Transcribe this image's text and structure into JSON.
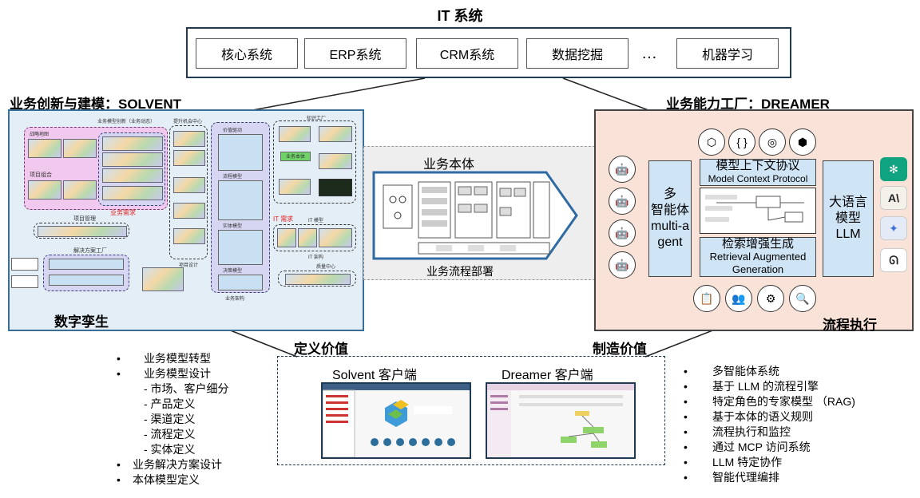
{
  "it": {
    "title": "IT 系统",
    "items": [
      "核心系统",
      "ERP系统",
      "CRM系统",
      "数据挖掘",
      "机器学习"
    ],
    "ellipsis": "…"
  },
  "left": {
    "title": "业务创新与建模：SOLVENT",
    "footer": "数字孪生",
    "labels": {
      "model_innov": "业务模型创新（业务动态）",
      "opportunity": "提升机会中心",
      "knowledge": "知识工厂",
      "strategy": "战略地图",
      "portfolio": "项目组合",
      "biz_req": "业务需求",
      "proj_mgmt": "项目管理",
      "solution": "解决方案工厂",
      "it_req": "IT 需求",
      "it_model": "IT 模型",
      "it_arch": "IT 架构",
      "quality": "质量中心",
      "proj_design": "项目设计",
      "biz_arch": "业务架构",
      "value_driver": "价值驱动",
      "process_model": "流程模型",
      "entity_model": "实体模型",
      "decision_model": "决策模型",
      "biz_ontology": "业务本体"
    }
  },
  "middle": {
    "title": "业务本体",
    "footer": "业务流程部署"
  },
  "right": {
    "title": "业务能力工厂：DREAMER",
    "footer": "流程执行",
    "multi_agent": [
      "多",
      "智能体",
      "multi-a",
      "gent"
    ],
    "mcp": [
      "模型上下文协议",
      "Model Context Protocol"
    ],
    "rag": [
      "检索增强生成",
      "Retrieval Augmented",
      "Generation"
    ],
    "llm": [
      "大语言",
      "模型",
      "LLM"
    ]
  },
  "value": {
    "define": "定义价值",
    "make": "制造价值"
  },
  "clients": {
    "solvent": "Solvent 客户端",
    "dreamer": "Dreamer 客户端"
  },
  "left_bullets": [
    {
      "text": "业务模型转型",
      "bullet": true
    },
    {
      "text": "业务模型设计",
      "bullet": true
    },
    {
      "text": "- 市场、客户细分",
      "bullet": false
    },
    {
      "text": "- 产品定义",
      "bullet": false
    },
    {
      "text": "- 渠道定义",
      "bullet": false
    },
    {
      "text": "- 流程定义",
      "bullet": false
    },
    {
      "text": "- 实体定义",
      "bullet": false
    },
    {
      "text": "业务解决方案设计",
      "bullet": true
    },
    {
      "text": "本体模型定义",
      "bullet": true
    }
  ],
  "right_bullets": [
    "多智能体系统",
    "基于 LLM 的流程引擎",
    "特定角色的专家模型 （RAG)",
    "基于本体的语义规则",
    "流程执行和监控",
    "通过 MCP 访问系统",
    "LLM 特定协作",
    "智能代理编排"
  ],
  "colors": {
    "left_panel": "#e4eef7",
    "right_panel": "#f9e2d8",
    "dark_blue": "#1f3a52",
    "light_blue_box": "#cfe4f5",
    "red_label": "#e0201b"
  },
  "icons": {
    "agents": "robot-head-icon",
    "mcp": "cube-network-icon",
    "rag": "search-document-icon",
    "llm_logos": [
      "openai-logo-icon",
      "anthropic-logo-icon",
      "gemini-star-icon",
      "ollama-llama-icon"
    ]
  }
}
